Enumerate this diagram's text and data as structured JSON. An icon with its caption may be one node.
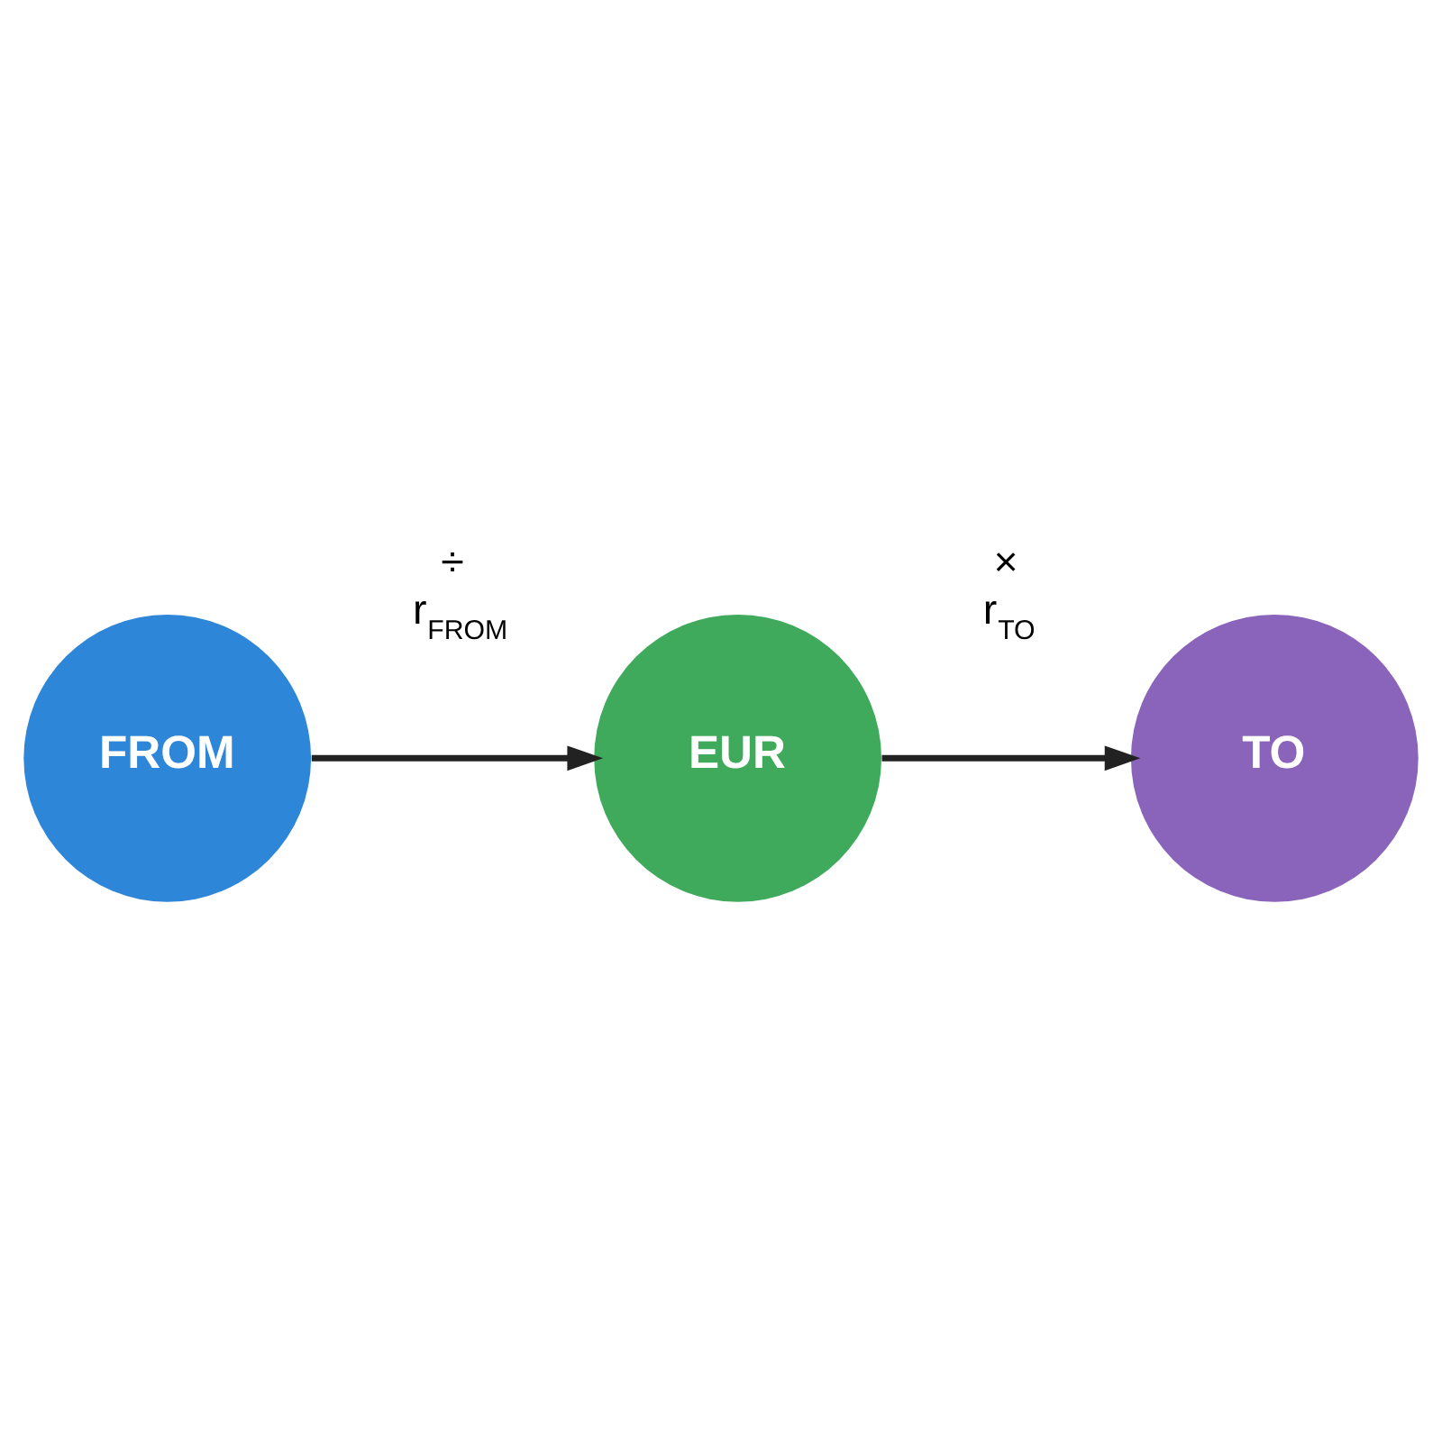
{
  "diagram": {
    "nodes": [
      {
        "text": [
          "FROM"
        ]
      },
      {
        "text": [
          "EUR"
        ]
      },
      {
        "text": [
          "TO"
        ]
      }
    ],
    "edges": [
      {
        "from": 0,
        "to": 1,
        "arrow": "to",
        "label": "÷ r$_{FROM}$"
      },
      {
        "from": 1,
        "to": 2,
        "arrow": "to",
        "label": "× r$_{TO}$"
      }
    ]
  }
}
